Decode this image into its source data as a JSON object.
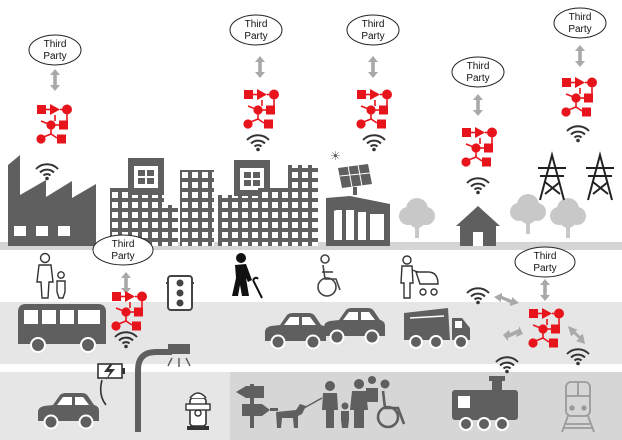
{
  "third_party_label": [
    "Third",
    "Party"
  ],
  "colors": {
    "building": "#5f5f5f",
    "tree": "#c8c8c8",
    "lane": "#e3e3e3",
    "lane_dark": "#d2d2d2",
    "accent": "#e8141c",
    "arrow": "#a9a9a9",
    "wifi": "#333333"
  },
  "icons": {
    "node": "red-network-node-icon",
    "wifi": "wifi-icon",
    "link": "double-arrow-icon",
    "party": "third-party-bubble"
  }
}
